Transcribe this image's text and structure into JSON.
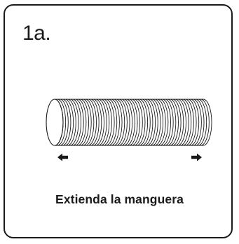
{
  "step": {
    "label": "1a."
  },
  "illustration": {
    "subject": "flexible-hose",
    "arrows": [
      "arrow-left-icon",
      "arrow-right-icon"
    ],
    "stroke_color": "#1a1a1a"
  },
  "caption": {
    "text": "Extienda la manguera"
  }
}
